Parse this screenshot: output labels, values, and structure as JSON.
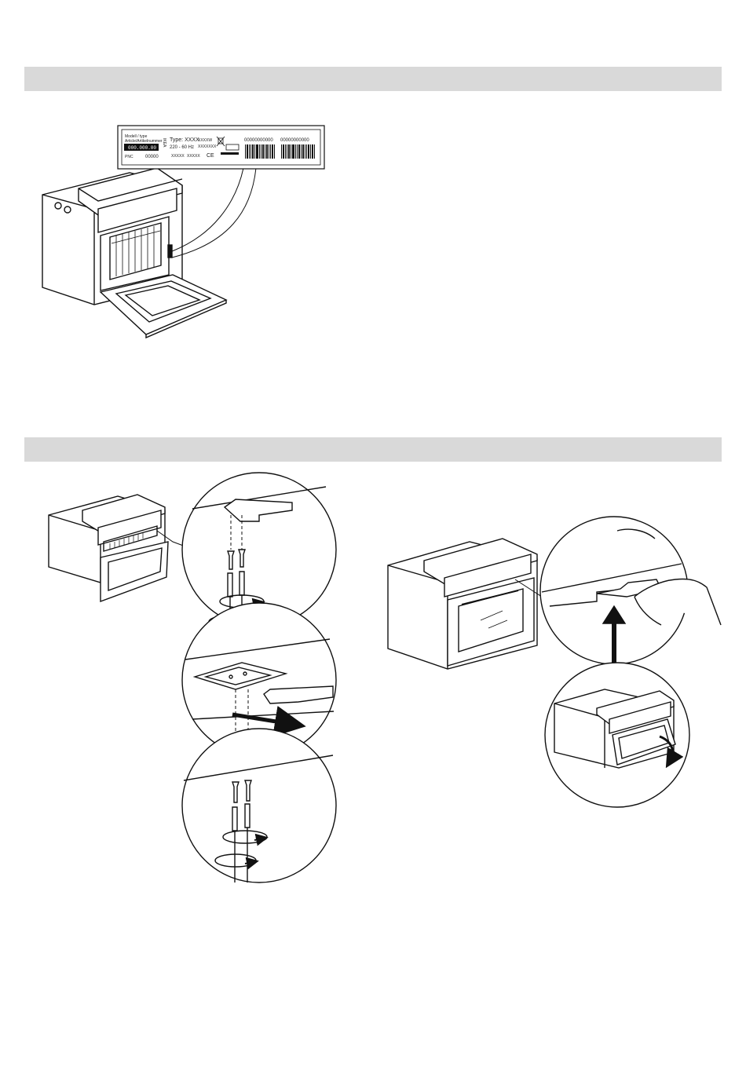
{
  "rating_label": {
    "small_top_1": "Modell / type",
    "small_top_2": "Article/Artikelnummer",
    "model_box": "000.000.00",
    "pnc_prefix": "PNC",
    "pnc": "00000",
    "brand_vertical": "IKEA",
    "type_line": "Type: XXXX",
    "type_power": "XXXXW",
    "voltage": "220 - 60 Hz",
    "xxxxxxx": "XXXXXXX",
    "xxxxx_1": "XXXXX",
    "xxxxx_2": "XXXXX",
    "ce": "CE",
    "barcode_1": "00000000000",
    "barcode_2": "00000000000"
  }
}
